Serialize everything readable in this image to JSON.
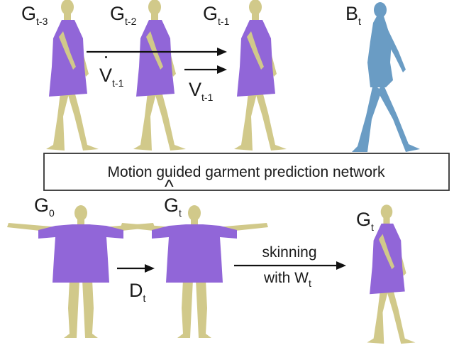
{
  "top_row": {
    "labels": [
      {
        "main": "G",
        "sub": "t-3"
      },
      {
        "main": "G",
        "sub": "t-2"
      },
      {
        "main": "G",
        "sub": "t-1"
      },
      {
        "main": "B",
        "sub": "t"
      }
    ],
    "velocity_dot": {
      "main": "V",
      "sub": "t-1",
      "accent": "·"
    },
    "velocity": {
      "main": "V",
      "sub": "t-1"
    }
  },
  "network_box": {
    "label": "Motion guided garment prediction network"
  },
  "bottom_row": {
    "g0": {
      "main": "G",
      "sub": "0"
    },
    "ghat": {
      "main": "G",
      "sub": "t",
      "accent": "^"
    },
    "gt": {
      "main": "G",
      "sub": "t"
    },
    "displacement": {
      "main": "D",
      "sub": "t"
    },
    "skinning": {
      "line1": "skinning",
      "line2_main": "with W",
      "line2_sub": "t"
    }
  },
  "colors": {
    "garment": "#9166d8",
    "skin": "#d1c98a",
    "body": "#6a9cc4"
  }
}
